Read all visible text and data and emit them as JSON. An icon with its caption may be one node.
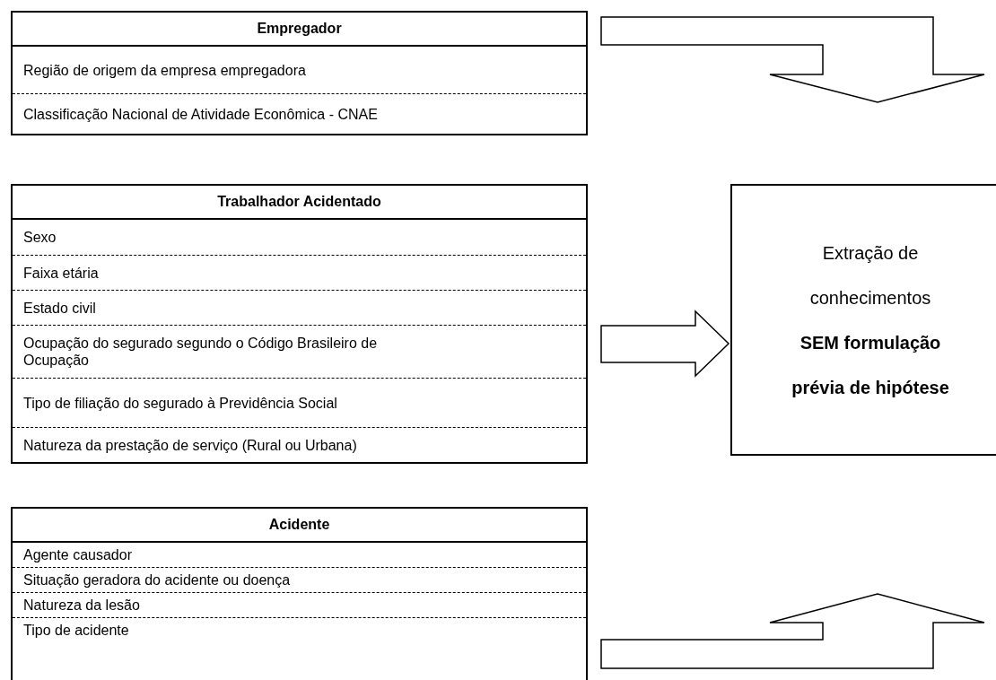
{
  "diagram": {
    "nodes": [
      {
        "text": [
          "Empregador",
          "Região de origem da empresa empregadora",
          "Classificação Nacional de Atividade Econômica - CNAE"
        ]
      },
      {
        "text": [
          "Trabalhador Acidentado",
          "Sexo",
          "Faixa etária",
          "Estado civil",
          "Ocupação do segurado segundo o Código Brasileiro de Ocupação",
          "Tipo de filiação do segurado à Previdência Social",
          "Natureza da prestação de serviço (Rural ou Urbana)"
        ]
      },
      {
        "text": [
          "Acidente",
          "Agente causador",
          "Situação geradora do acidente ou doença",
          "Natureza da lesão",
          "Tipo de acidente"
        ]
      },
      {
        "text": [
          "Extração de conhecimentos",
          "SEM formulação prévia de hipótese"
        ]
      }
    ],
    "edges": [
      {
        "from": 0,
        "to": 3,
        "arrow": "to"
      },
      {
        "from": 1,
        "to": 3,
        "arrow": "to"
      },
      {
        "from": 2,
        "to": 3,
        "arrow": "to"
      }
    ]
  }
}
